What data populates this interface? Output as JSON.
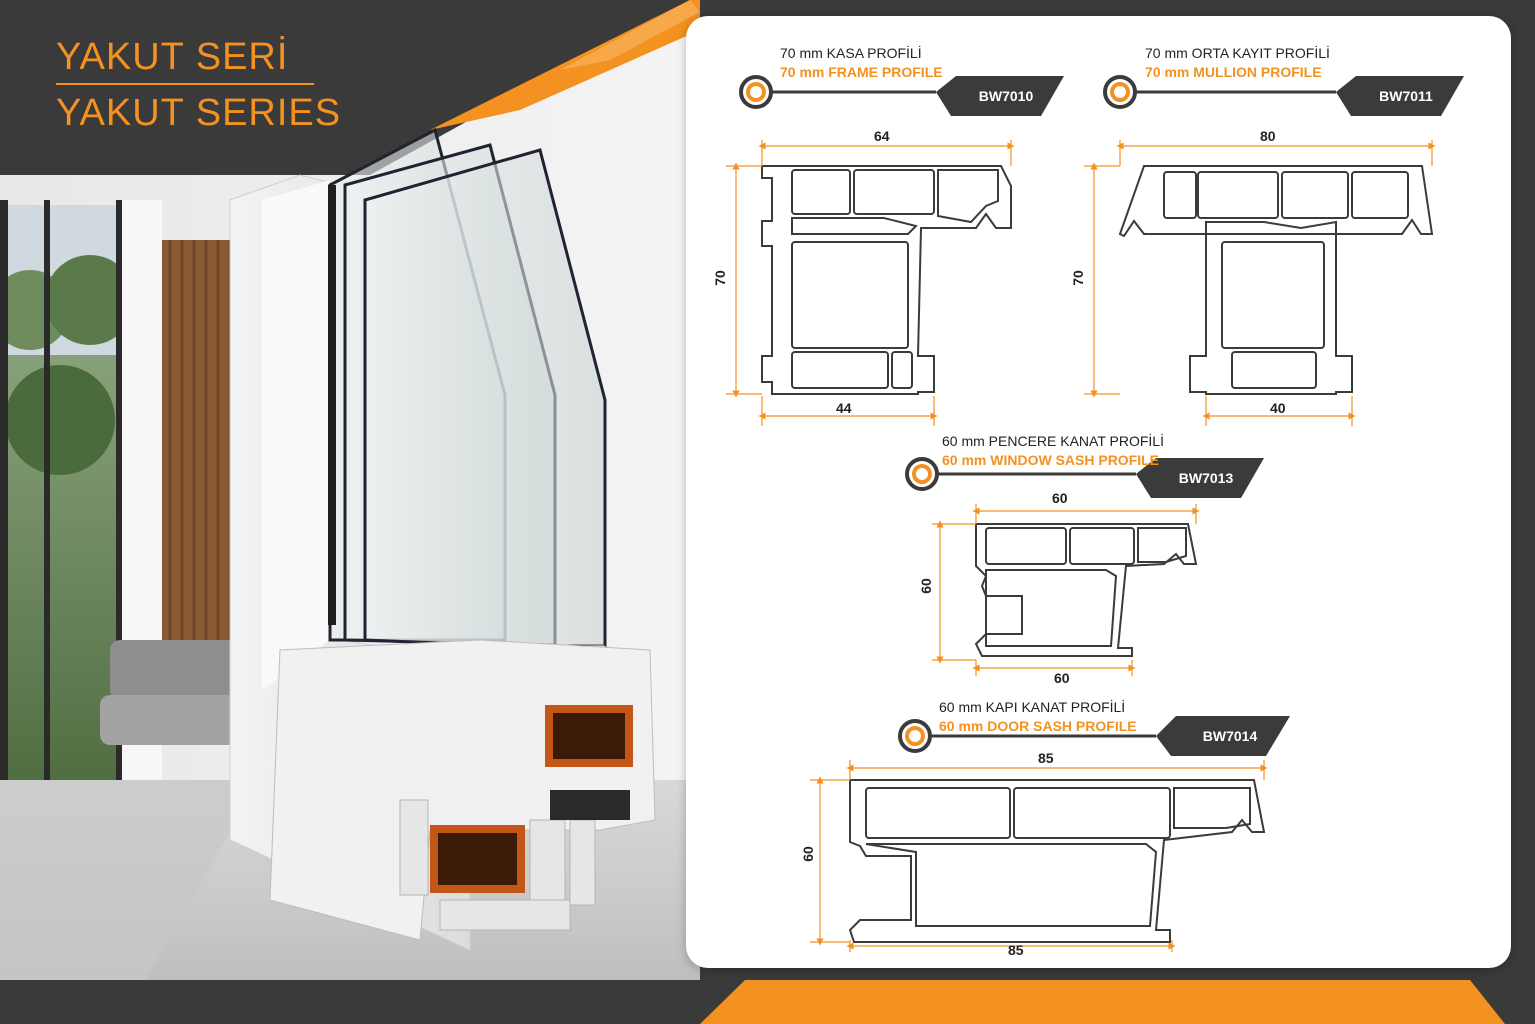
{
  "header": {
    "title_tr": "YAKUT SERİ",
    "title_en": "YAKUT SERIES"
  },
  "profiles": [
    {
      "name_tr": "70 mm KASA PROFİLİ",
      "name_en": "70 mm FRAME PROFILE",
      "code": "BW7010",
      "dims": {
        "top": "64",
        "side": "70",
        "bottom": "44"
      }
    },
    {
      "name_tr": "70 mm ORTA KAYIT PROFİLİ",
      "name_en": "70 mm MULLION PROFILE",
      "code": "BW7011",
      "dims": {
        "top": "80",
        "side": "70",
        "bottom": "40"
      }
    },
    {
      "name_tr": "60 mm PENCERE KANAT PROFİLİ",
      "name_en": "60 mm WINDOW SASH PROFILE",
      "code": "BW7013",
      "dims": {
        "top": "60",
        "side": "60",
        "bottom": "60"
      }
    },
    {
      "name_tr": "60 mm KAPI KANAT PROFİLİ",
      "name_en": "60 mm DOOR SASH PROFILE",
      "code": "BW7014",
      "dims": {
        "top": "85",
        "side": "60",
        "bottom": "85"
      }
    }
  ],
  "colors": {
    "accent": "#f39220",
    "dark": "#3a3a3a",
    "badge": "#3b3b3b"
  }
}
